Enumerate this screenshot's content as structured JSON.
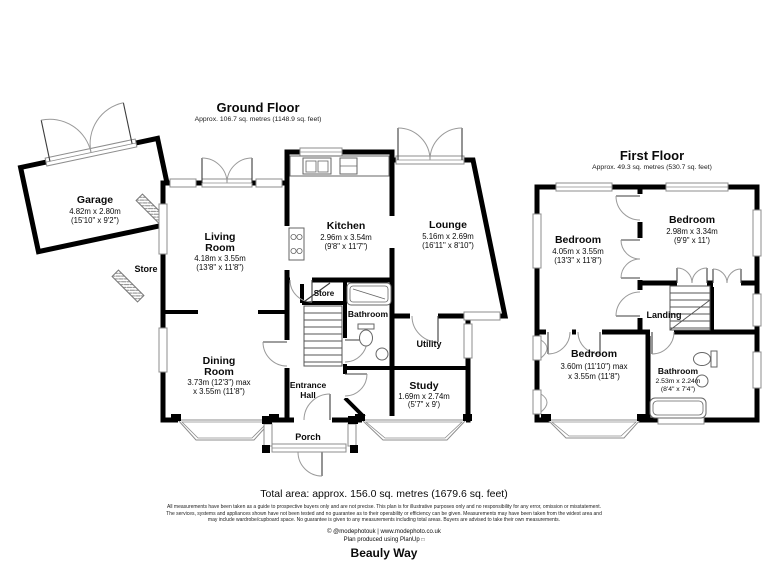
{
  "ground_floor": {
    "title": "Ground Floor",
    "subtitle": "Approx. 106.7 sq. metres (1148.9 sq. feet)",
    "rooms": {
      "garage": {
        "name": "Garage",
        "line1": "4.82m x 2.80m",
        "line2": "(15'10\" x 9'2\")"
      },
      "store_garage": {
        "name": "Store"
      },
      "living_room": {
        "name1": "Living",
        "name2": "Room",
        "line1": "4.18m x 3.55m",
        "line2": "(13'8\" x 11'8\")"
      },
      "kitchen": {
        "name": "Kitchen",
        "line1": "2.96m x 3.54m",
        "line2": "(9'8\" x 11'7\")"
      },
      "lounge": {
        "name": "Lounge",
        "line1": "5.16m x 2.69m",
        "line2": "(16'11\" x 8'10\")"
      },
      "dining_room": {
        "name1": "Dining",
        "name2": "Room",
        "line1": "3.73m (12'3\") max",
        "line2": "x 3.55m (11'8\")"
      },
      "store_hall": {
        "name": "Store"
      },
      "bathroom": {
        "name": "Bathroom"
      },
      "utility": {
        "name": "Utility"
      },
      "entrance_hall": {
        "name1": "Entrance",
        "name2": "Hall"
      },
      "study": {
        "name": "Study",
        "line1": "1.69m x 2.74m",
        "line2": "(5'7\" x 9')"
      },
      "porch": {
        "name": "Porch"
      }
    }
  },
  "first_floor": {
    "title": "First Floor",
    "subtitle": "Approx. 49.3 sq. metres (530.7 sq. feet)",
    "rooms": {
      "bedroom1": {
        "name": "Bedroom",
        "line1": "4.05m x 3.55m",
        "line2": "(13'3\" x 11'8\")"
      },
      "bedroom2": {
        "name": "Bedroom",
        "line1": "2.98m x 3.34m",
        "line2": "(9'9\" x 11')"
      },
      "bedroom3": {
        "name": "Bedroom",
        "line1": "3.60m (11'10\") max",
        "line2": "x 3.55m (11'8\")"
      },
      "landing": {
        "name": "Landing"
      },
      "bathroom": {
        "name": "Bathroom",
        "line1": "2.53m x 2.24m",
        "line2": "(8'4\" x 7'4\")"
      }
    }
  },
  "footer": {
    "total_area": "Total area: approx. 156.0 sq. metres (1679.6 sq. feet)",
    "disclaimer1": "All measurements have been taken as a guide to prospective buyers only and are not precise. This plan is for illustrative purposes only and no responsibility for any error, omission or misstatement.",
    "disclaimer2": "The services, systems and appliances shown have not been tested and no guarantee as to their operability or efficiency can be given. Measurements may have been taken from the widest area and",
    "disclaimer3": "may include wardrobe/cupboard space. No guarantee is given to any measurements including total areas. Buyers are advised to take their own measurements.",
    "credit": "© @modephotouk | www.modephoto.co.uk",
    "produced": "Plan produced using PlanUp",
    "produced_mark": "□",
    "property_name": "Beauly Way"
  }
}
